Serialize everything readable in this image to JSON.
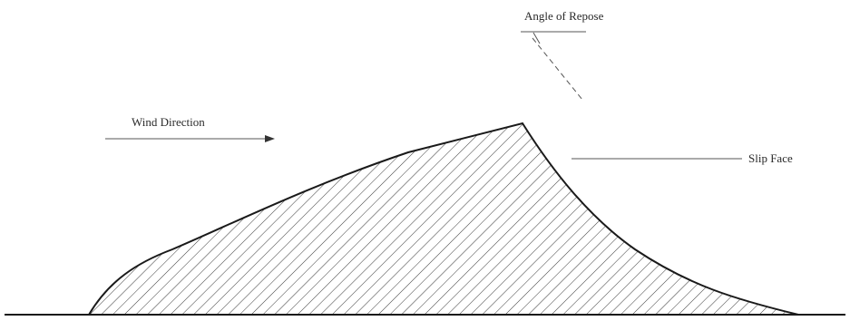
{
  "labels": {
    "angle_of_repose": "Angle of Repose",
    "wind_direction": "Wind Direction",
    "slip_face": "Slip Face"
  },
  "colors": {
    "outline": "#1a1a1a",
    "hatch": "#3a3a3a",
    "annotation": "#555555",
    "background": "#ffffff"
  }
}
